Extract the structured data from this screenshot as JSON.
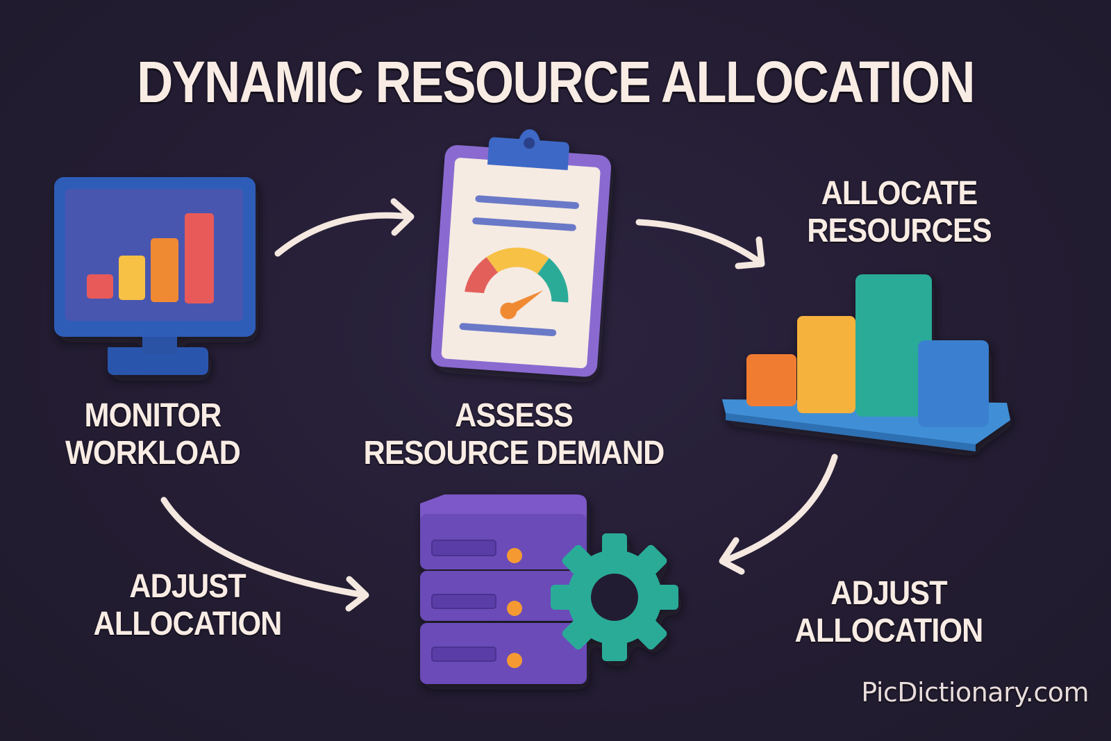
{
  "title": "DYNAMIC RESOURCE ALLOCATION",
  "steps": [
    {
      "id": "monitor",
      "line1": "MONITOR",
      "line2": "WORKLOAD",
      "icon": "monitor-bar-chart-icon"
    },
    {
      "id": "assess",
      "line1": "ASSESS",
      "line2": "RESOURCE DEMAND",
      "icon": "clipboard-gauge-icon"
    },
    {
      "id": "allocate",
      "line1": "ALLOCATE",
      "line2": "RESOURCES",
      "icon": "3d-bar-chart-icon"
    },
    {
      "id": "adjust-right",
      "line1": "ADJUST",
      "line2": "ALLOCATION",
      "icon": "server-gear-icon"
    },
    {
      "id": "adjust-left",
      "line1": "ADJUST",
      "line2": "ALLOCATION",
      "icon": "server-gear-icon"
    }
  ],
  "arrows": [
    {
      "from": "monitor",
      "to": "assess"
    },
    {
      "from": "assess",
      "to": "allocate"
    },
    {
      "from": "allocate",
      "to": "adjust"
    },
    {
      "from": "monitor",
      "to": "adjust"
    }
  ],
  "watermark": "PicDictionary.com",
  "colors": {
    "background": "#241d33",
    "text": "#f8ece4",
    "monitor_blue": "#2f5db8",
    "screen": "#4a56b0",
    "red": "#e85a5a",
    "yellow": "#f7c144",
    "orange": "#f08a32",
    "teal": "#2bab98",
    "purple": "#6a4bb8",
    "light_blue": "#3f8fd6"
  }
}
